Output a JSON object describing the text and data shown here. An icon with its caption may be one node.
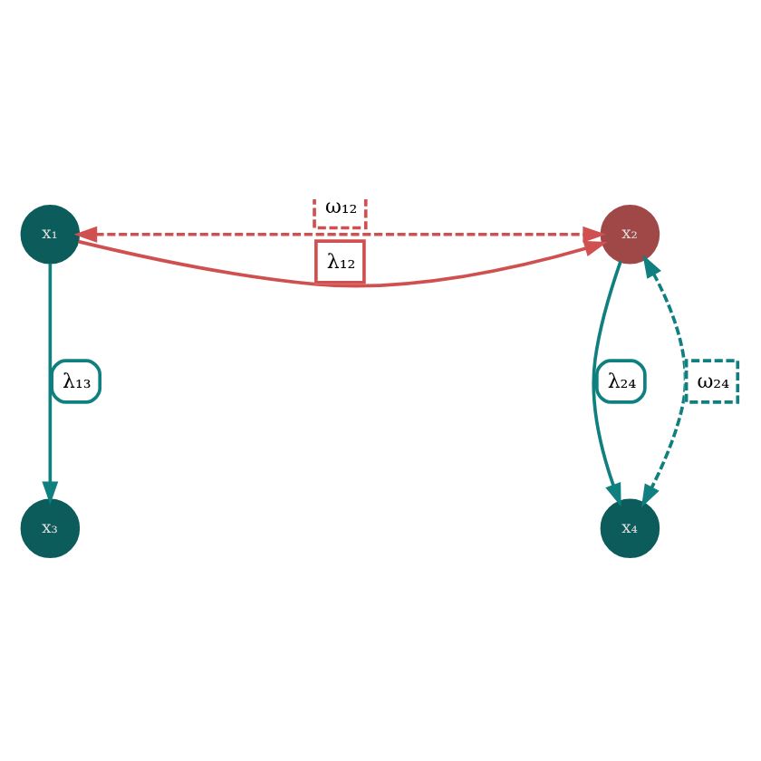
{
  "diagram": {
    "nodes": [
      {
        "text": [
          "x₁"
        ]
      },
      {
        "text": [
          "x₂"
        ]
      },
      {
        "text": [
          "x₃"
        ]
      },
      {
        "text": [
          "x₄"
        ]
      }
    ],
    "edges": [
      {
        "from": 0,
        "to": 1,
        "arrow": "both",
        "label": "ω₁₂",
        "style": "dashed",
        "color": "#d05050"
      },
      {
        "from": 0,
        "to": 1,
        "arrow": "to",
        "label": "λ₁₂",
        "color": "#d05050"
      },
      {
        "from": 0,
        "to": 2,
        "arrow": "to",
        "label": "λ₁₃"
      },
      {
        "from": 1,
        "to": 3,
        "arrow": "to",
        "label": "λ₂₄"
      },
      {
        "from": 1,
        "to": 3,
        "arrow": "both",
        "label": "ω₂₄",
        "style": "dashed"
      }
    ]
  }
}
